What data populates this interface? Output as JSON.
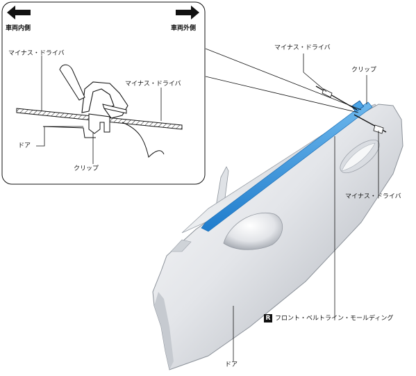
{
  "inset": {
    "direction_left": "車両内側",
    "direction_right": "車両外側",
    "label_screwdriver_left": "マイナス・ドライバ",
    "label_screwdriver_right": "マイナス・ドライバ",
    "label_door": "ドア",
    "label_clip": "クリップ"
  },
  "main": {
    "label_screwdriver_top": "マイナス・ドライバ",
    "label_clip": "クリップ",
    "label_screwdriver_right": "マイナス・ドライバ",
    "label_molding": "フロント・ベルトライン・モールディング",
    "badge": "R",
    "label_door": "ドア"
  },
  "colors": {
    "molding": "#2f8fd8",
    "door_light": "#f4f5f7",
    "door_shade": "#a9aeb6",
    "line": "#111111"
  }
}
